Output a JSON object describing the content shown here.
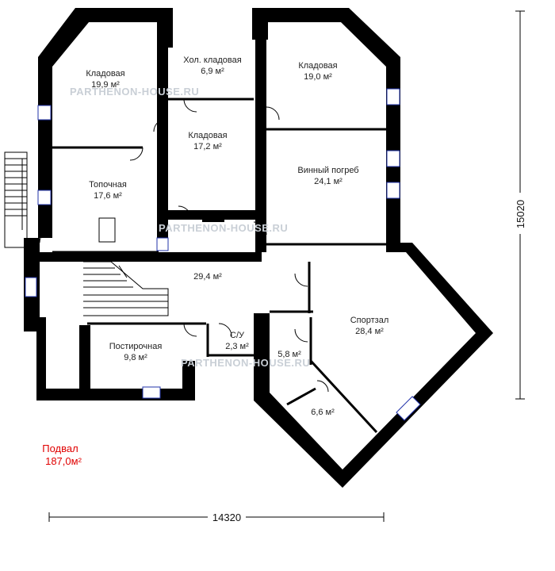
{
  "watermark": "PARTHENON-HOUSE.RU",
  "floor": {
    "name": "Подвал",
    "area": "187,0м²",
    "color": "#e00000"
  },
  "dimensions": {
    "width": "14320",
    "height": "15020"
  },
  "rooms": [
    {
      "name": "Кладовая",
      "area": "19,9 м²"
    },
    {
      "name": "Хол. кладовая",
      "area": "6,9 м²"
    },
    {
      "name": "Кладовая",
      "area": "19,0 м²"
    },
    {
      "name": "Кладовая",
      "area": "17,2 м²"
    },
    {
      "name": "Топочная",
      "area": "17,6 м²"
    },
    {
      "name": "Винный погреб",
      "area": "24,1 м²"
    },
    {
      "name": "",
      "area": "29,4 м²"
    },
    {
      "name": "Спортзал",
      "area": "28,4 м²"
    },
    {
      "name": "Постирочная",
      "area": "9,8 м²"
    },
    {
      "name": "С/У",
      "area": "2,3 м²"
    },
    {
      "name": "",
      "area": "5,8 м²"
    },
    {
      "name": "",
      "area": "6,6 м²"
    }
  ]
}
